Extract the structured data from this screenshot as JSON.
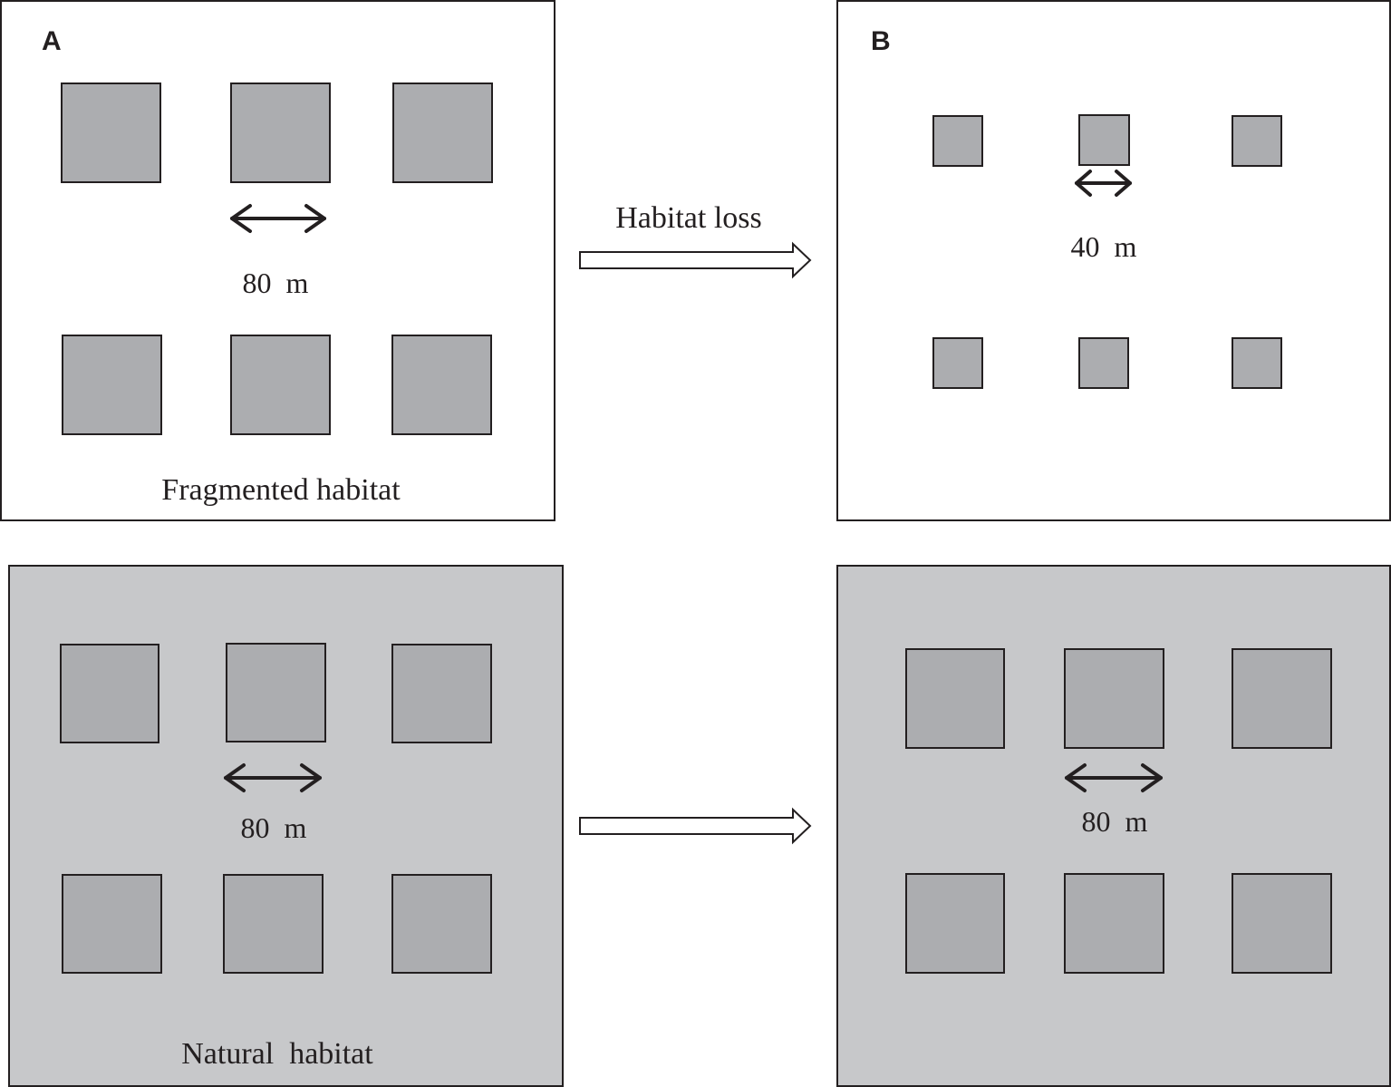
{
  "panels": {
    "top_left": {
      "letter": "A",
      "caption": "Fragmented habitat",
      "distance": "80  m"
    },
    "top_right": {
      "letter": "B",
      "distance": "40  m"
    },
    "bottom_left": {
      "caption": "Natural  habitat",
      "distance": "80  m"
    },
    "bottom_right": {
      "distance": "80  m"
    }
  },
  "transition": {
    "label": "Habitat loss"
  },
  "colors": {
    "patch_fill": "#acadb0",
    "matrix_fill": "#c7c8ca",
    "outline": "#231f20"
  }
}
